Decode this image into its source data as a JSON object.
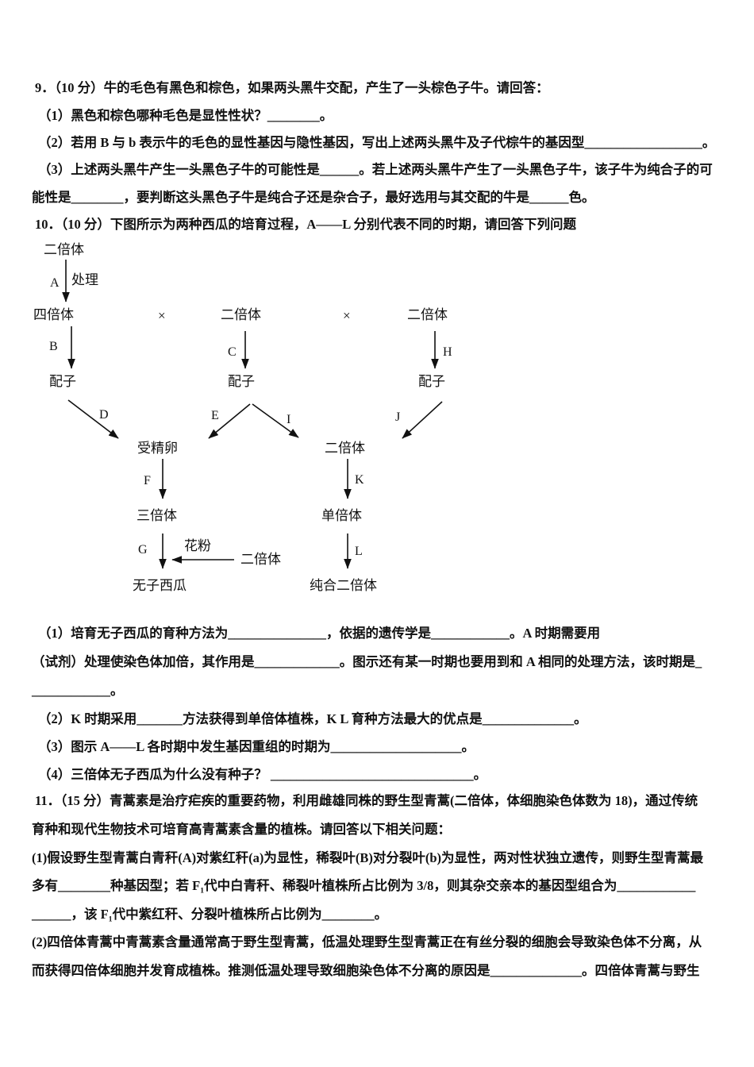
{
  "q9": {
    "lines": [
      "9．（10 分）牛的毛色有黑色和棕色，如果两头黑牛交配，产生了一头棕色子牛。请回答：",
      "（1）黑色和棕色哪种毛色是显性性状？________。",
      "（2）若用 B 与 b 表示牛的毛色的显性基因与隐性基因，写出上述两头黑牛及子代棕牛的基因型__________________。",
      "（3）上述两头黑牛产生一头黑色子牛的可能性是______。若上述两头黑牛产生了一头黑色子牛，该子牛为纯合子的可",
      "能性是________，要判断这头黑色子牛是纯合子还是杂合子，最好选用与其交配的牛是______色。"
    ]
  },
  "q10": {
    "intro": "10．（10 分）下图所示为两种西瓜的培育过程，A——L 分别代表不同的时期，请回答下列问题",
    "diagram": {
      "nodes": {
        "diploid_top": "二倍体",
        "treatment": "处理",
        "tetraploid": "四倍体",
        "cross1": "×",
        "diploid_mid": "二倍体",
        "cross2": "×",
        "diploid_right": "二倍体",
        "gamete_left": "配子",
        "gamete_mid": "配子",
        "gamete_right": "配子",
        "zygote": "受精卵",
        "diploid_zygote": "二倍体",
        "triploid": "三倍体",
        "haploid": "单倍体",
        "pollen": "花粉",
        "diploid_pollen": "二倍体",
        "seedless_watermelon": "无子西瓜",
        "homozygous_diploid": "纯合二倍体"
      },
      "edge_labels": {
        "a": "A",
        "b": "B",
        "c": "C",
        "d": "D",
        "e": "E",
        "f": "F",
        "g": "G",
        "h": "H",
        "i": "I",
        "j": "J",
        "k": "K",
        "l": "L"
      }
    },
    "lines": [
      "（1）培育无子西瓜的育种方法为_______________，依据的遗传学是____________。A 时期需要用",
      "（试剂）处理使染色体加倍，其作用是_____________。图示还有某一时期也要用到和 A 相同的处理方法，该时期是_",
      "____________。",
      "（2）K 时期采用_______方法获得到单倍体植株，K L 育种方法最大的优点是______________。",
      "（3）图示 A——L 各时期中发生基因重组的时期为____________________。",
      "（4）三倍体无子西瓜为什么没有种子？ _______________________________。"
    ]
  },
  "q11": {
    "lines": [
      "11．（15 分）青蒿素是治疗疟疾的重要药物，利用雌雄同株的野生型青蒿(二倍体，体细胞染色体数为 18)，通过传统",
      "育种和现代生物技术可培育高青蒿素含量的植株。请回答以下相关问题：",
      "(1)假设野生型青蒿白青秆(A)对紫红秆(a)为显性，稀裂叶(B)对分裂叶(b)为显性，两对性状独立遗传，则野生型青蒿最",
      "多有________种基因型；若 F₁代中白青秆、稀裂叶植株所占比例为 3/8，则其杂交亲本的基因型组合为____________",
      "______，该 F₁代中紫红秆、分裂叶植株所占比例为________。",
      "(2)四倍体青蒿中青蒿素含量通常高于野生型青蒿，低温处理野生型青蒿正在有丝分裂的细胞会导致染色体不分离，从",
      "而获得四倍体细胞并发育成植株。推测低温处理导致细胞染色体不分离的原因是______________。四倍体青蒿与野生"
    ]
  }
}
